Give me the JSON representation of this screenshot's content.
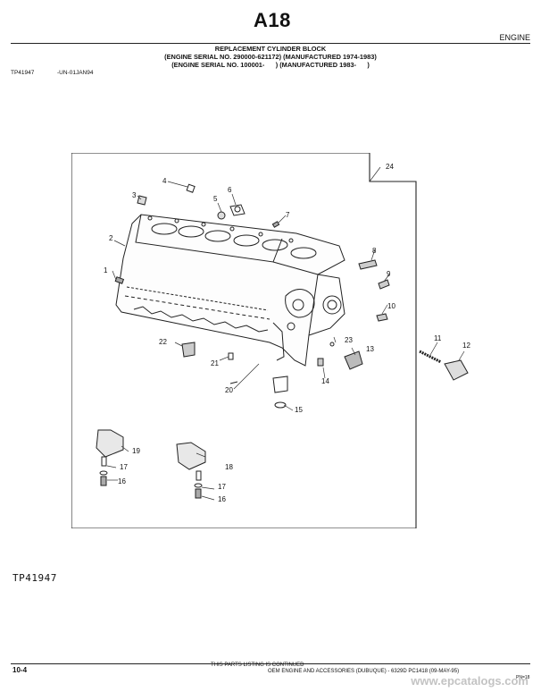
{
  "header": {
    "page_code": "A18",
    "section": "ENGINE",
    "title_lines": [
      "REPLACEMENT CYLINDER BLOCK",
      "(ENGINE SERIAL NO. 290000-621172) (MANUFACTURED 1974-1983)",
      "(ENGINE SERIAL NO. 100001-      ) (MANUFACTURED 1983-      )"
    ],
    "figure_ref": "TP41947",
    "figure_date": "-UN-01JAN94"
  },
  "illustration": {
    "callouts": [
      "1",
      "2",
      "3",
      "4",
      "5",
      "6",
      "7",
      "8",
      "9",
      "10",
      "11",
      "12",
      "13",
      "14",
      "15",
      "16",
      "17",
      "18",
      "19",
      "20",
      "21",
      "22",
      "23",
      "24",
      "16",
      "17"
    ],
    "figure_id": "TP41947"
  },
  "footer": {
    "page_number": "10-4",
    "continued": "THIS PARTS LISTING IS CONTINUED",
    "publication": "OEM ENGINE AND ACCESSORIES (DUBUQUE) - 6329D   PC1418   (09-MAY-95)",
    "pn": "PN=18",
    "watermark": "www.epcatalogs.com"
  }
}
